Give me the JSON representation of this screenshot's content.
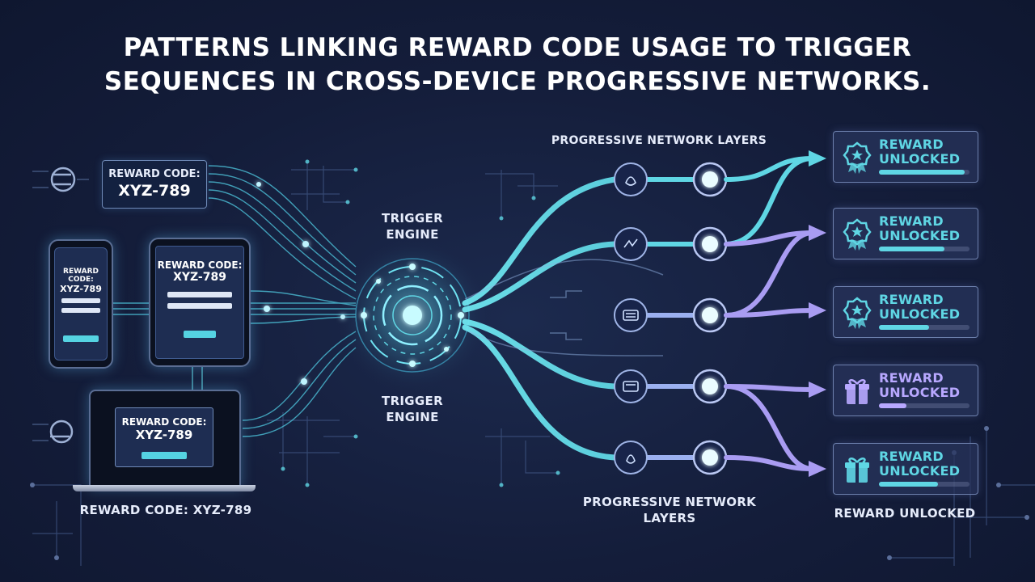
{
  "title": {
    "line1": "PATTERNS LINKING REWARD CODE USAGE TO TRIGGER",
    "line2": "SEQUENCES IN CROSS-DEVICE PROGRESSIVE NETWORKS."
  },
  "code_box": {
    "label": "REWARD CODE:",
    "code": "XYZ-789"
  },
  "devices": {
    "phone": {
      "label": "REWARD CODE:",
      "code": "XYZ-789"
    },
    "tablet": {
      "label": "REWARD CODE:",
      "code": "XYZ-789"
    },
    "laptop": {
      "label": "REWARD CODE:",
      "code": "XYZ-789"
    }
  },
  "bottom_left_caption": "REWARD CODE: XYZ-789",
  "trigger_top": {
    "line1": "TRIGGER",
    "line2": "ENGINE"
  },
  "trigger_bottom": {
    "line1": "TRIGGER",
    "line2": "ENGINE"
  },
  "layers_top": "PROGRESSIVE NETWORK LAYERS",
  "layers_bottom": {
    "line1": "PROGRESSIVE NETWORK",
    "line2": "LAYERS"
  },
  "rewards": [
    {
      "line1": "REWARD",
      "line2": "UNLOCKED",
      "icon": "badge-icon",
      "progress": 0.95,
      "color": "#5fd6e4"
    },
    {
      "line1": "REWARD",
      "line2": "UNLOCKED",
      "icon": "badge-icon",
      "progress": 0.72,
      "color": "#5fd6e4"
    },
    {
      "line1": "REWARD",
      "line2": "UNLOCKED",
      "icon": "badge-icon",
      "progress": 0.55,
      "color": "#5fd6e4"
    },
    {
      "line1": "REWARD",
      "line2": "UNLOCKED",
      "icon": "gift-icon",
      "progress": 0.3,
      "color": "#b8a8ff"
    },
    {
      "line1": "REWARD",
      "line2": "UNLOCKED",
      "icon": "gift-icon",
      "progress": 0.65,
      "color": "#5fd6e4"
    }
  ],
  "reward_caption": "REWARD UNLOCKED",
  "colors": {
    "accent_cyan": "#5fd6e4",
    "accent_purple": "#a99cf2",
    "background": "#141d3a"
  }
}
